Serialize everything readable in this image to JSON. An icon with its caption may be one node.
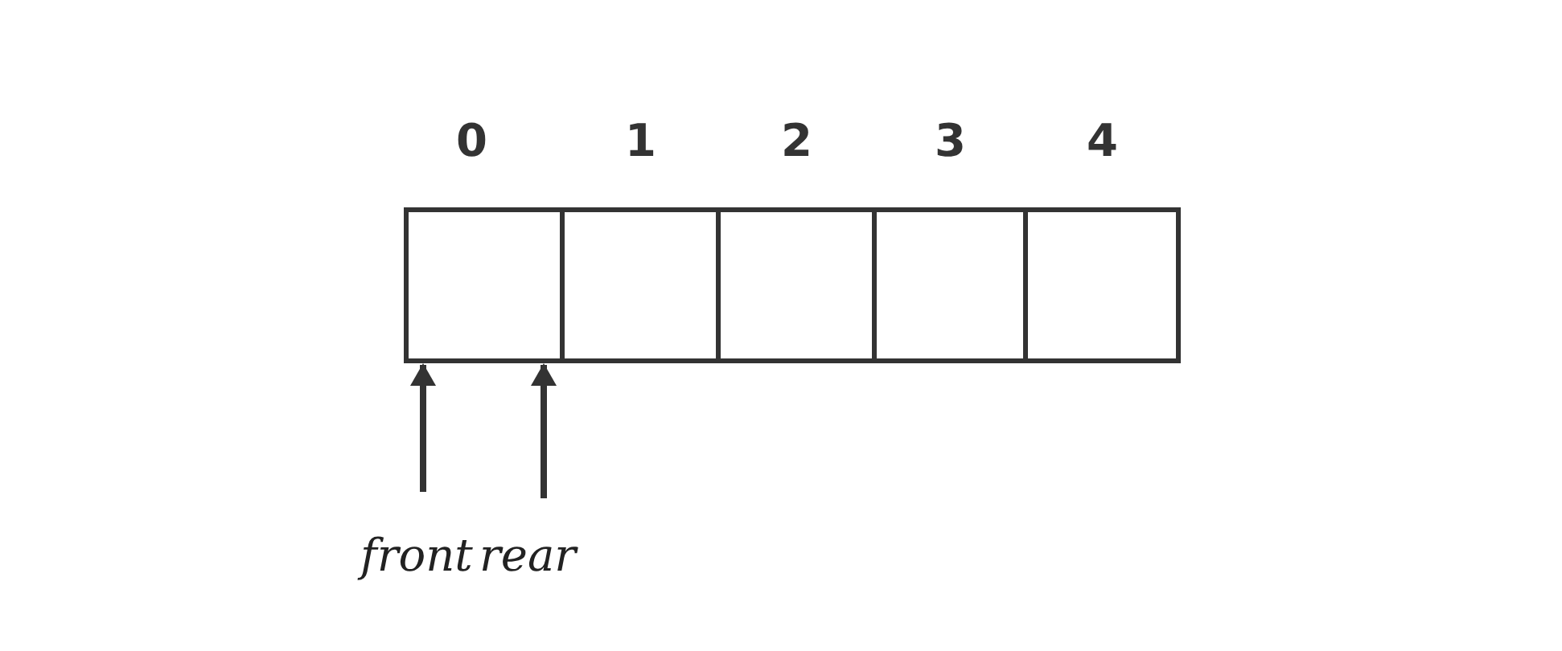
{
  "diagram": {
    "nodes": [
      {
        "text": [],
        "shape": "box",
        "beside": [
          "0"
        ]
      },
      {
        "text": [],
        "shape": "box",
        "beside": [
          "1"
        ]
      },
      {
        "text": [],
        "shape": "box",
        "beside": [
          "2"
        ]
      },
      {
        "text": [],
        "shape": "box",
        "beside": [
          "3"
        ]
      },
      {
        "text": [],
        "shape": "box",
        "beside": [
          "4"
        ]
      },
      {
        "text": [
          "front"
        ]
      },
      {
        "text": [
          "rear"
        ]
      }
    ],
    "edges": [
      {
        "from": 5,
        "to": 0,
        "arrow": "to"
      },
      {
        "from": 6,
        "to": 0,
        "arrow": "to"
      }
    ]
  }
}
